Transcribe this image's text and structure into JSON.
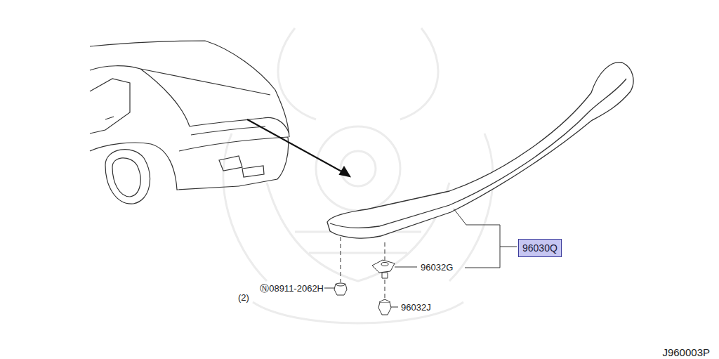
{
  "diagram": {
    "nodes": [
      {
        "text": [
          "96030Q"
        ]
      }
    ],
    "labels": [
      "96032G",
      "Ⓝ08911-2062H",
      "(2)",
      "96032J",
      "J960003P"
    ]
  }
}
